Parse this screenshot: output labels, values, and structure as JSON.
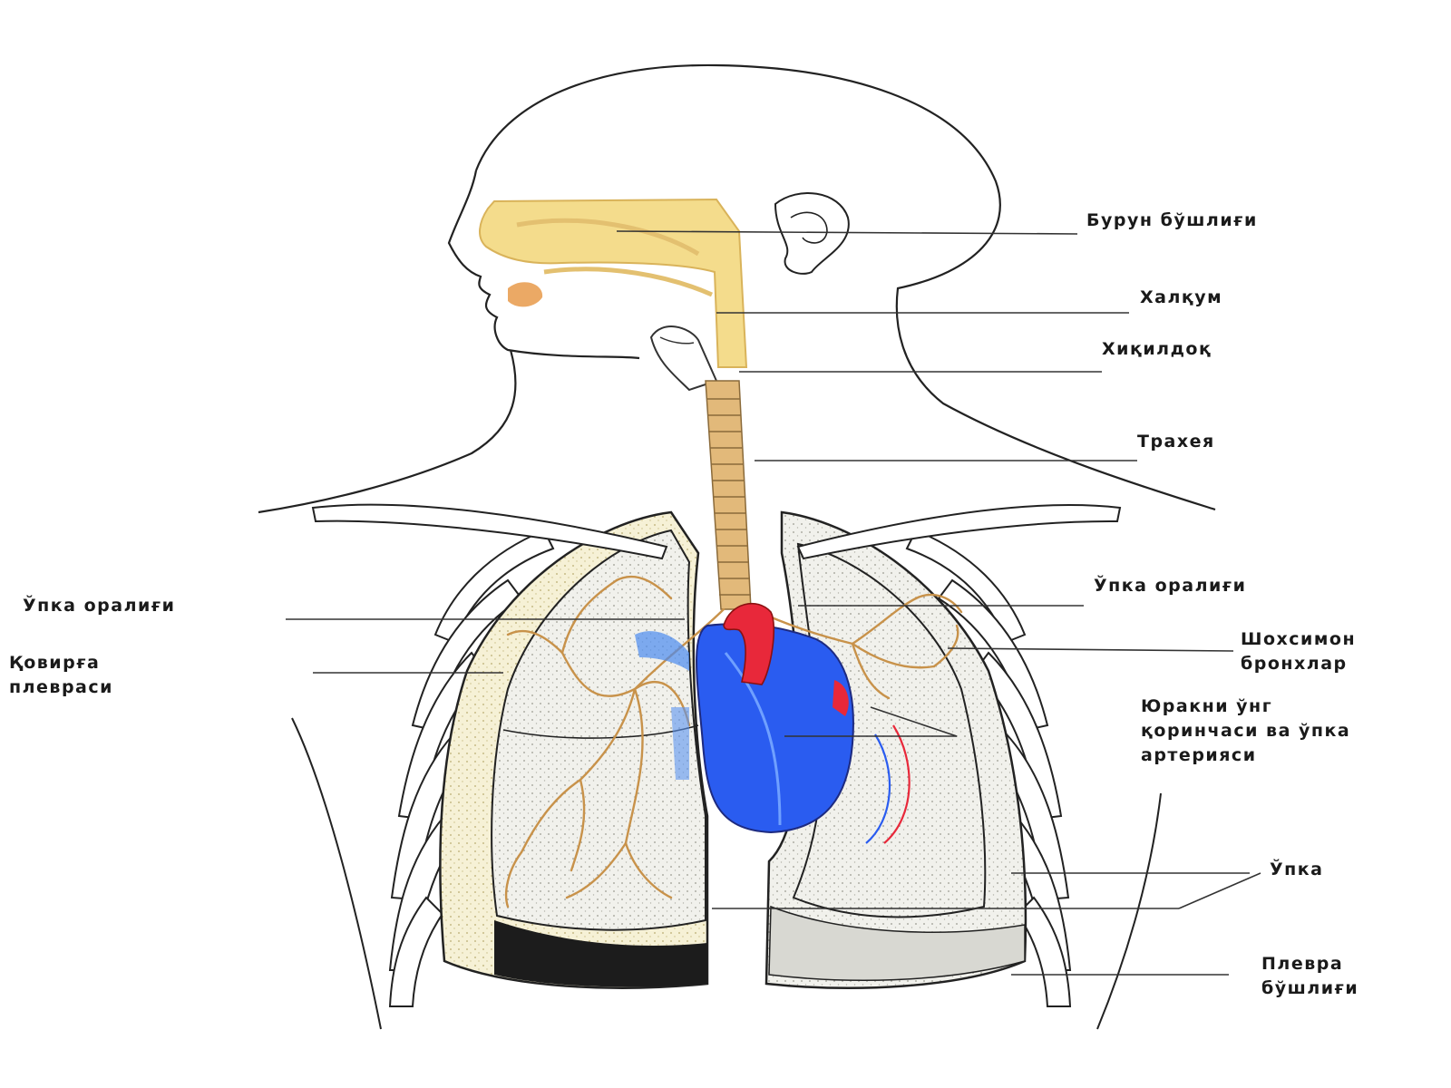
{
  "labels": {
    "nasal_cavity": "Бурун бўшлиғи",
    "pharynx": "Халқум",
    "larynx": "Хиқилдоқ",
    "trachea": "Трахея",
    "mediastinum_left": "Ўпка оралиғи",
    "mediastinum_right": "Ўпка оралиғи",
    "costal_pleura_line1": "Қовирға",
    "costal_pleura_line2": "плевраси",
    "bronchi_line1": "Шохсимон",
    "bronchi_line2": "бронхлар",
    "heart_line1": "Юракни ўнг",
    "heart_line2": "қоринчаси ва ўпка",
    "heart_line3": "артерияси",
    "lung": "Ўпка",
    "pleural_cavity_line1": "Плевра",
    "pleural_cavity_line2": "бўшлиғи"
  },
  "colors": {
    "airway": "#f4dc8c",
    "airway_stroke": "#d9b35a",
    "trachea": "#e2b97a",
    "mouth": "#e89a4a",
    "heart_blue": "#2a5cf0",
    "heart_red": "#e8283a",
    "bronchi": "#c8924a",
    "lung_fill": "#eeeeea",
    "outline": "#222222"
  }
}
